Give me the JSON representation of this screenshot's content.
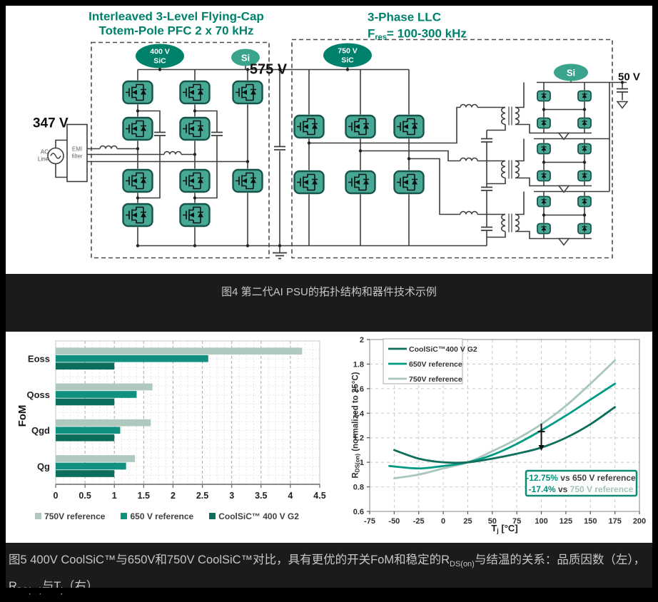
{
  "page": {
    "bg": "#1b1b1b",
    "panel_bg": "#ffffff",
    "caption_color": "#c6c6c6"
  },
  "figure4": {
    "caption": "图4 第二代AI PSU的拓扑结构和器件技术示例",
    "titles": {
      "pfc_line1": "Interleaved 3-Level Flying-Cap",
      "pfc_line2": "Totem-Pole PFC 2 x 70 kHz",
      "llc_line1": "3-Phase LLC",
      "llc_f": "F",
      "llc_f_sub": "res",
      "llc_f_rest": "= 100-300 kHz"
    },
    "labels": {
      "input_value": "347 V",
      "input_sub": "ac",
      "ac_line_1": "AC",
      "ac_line_2": "Line",
      "emi_1": "EMI",
      "emi_2": "filter",
      "dc_link": "575 V",
      "output": "50 V"
    },
    "badges": {
      "b400_1": "400 V",
      "b400_2": "SiC",
      "si_left": "Si",
      "b750_1": "750 V",
      "b750_2": "SiC",
      "si_right": "Si"
    },
    "colors": {
      "title_green": "#00816b",
      "badge_dark": "#00816b",
      "badge_light": "#3aa38e",
      "mosfet_fill": "#47a896",
      "mosfet_stroke": "#17544a",
      "wire": "#3d3d3d"
    }
  },
  "figure5": {
    "caption": {
      "l1_a": "图5 400V CoolSiC™与650V和750V CoolSiC™对比，具有更优的开关FoM和稳定的R",
      "l1_sub": "DS(on)",
      "l1_b": "与结温的关系：品质因数（左），",
      "l2_a": "R",
      "l2_sub": "DS(on)",
      "l2_b": "与T",
      "l2_sub2": "j",
      "l2_c": "（右）"
    }
  },
  "chart_data": [
    {
      "type": "bar",
      "orientation": "horizontal",
      "title": "",
      "ylabel": "FoM",
      "categories": [
        "Eoss",
        "Qoss",
        "Qgd",
        "Qg"
      ],
      "series": [
        {
          "name": "750V reference",
          "color": "#b0c9be",
          "values": [
            4.2,
            1.65,
            1.62,
            1.35
          ]
        },
        {
          "name": "650 V reference",
          "color": "#109180",
          "values": [
            2.6,
            1.38,
            1.1,
            1.2
          ]
        },
        {
          "name": "CoolSiC™ 400 V G2",
          "color": "#0b6e5d",
          "values": [
            1.0,
            1.0,
            1.0,
            1.0
          ]
        }
      ],
      "xlim": [
        0,
        4.5
      ],
      "xtick_step": 0.5,
      "grid": "dotted",
      "legend_position": "bottom"
    },
    {
      "type": "line",
      "xlabel_parts": {
        "base": "T",
        "sub": "j",
        "rest": " [°C]"
      },
      "ylabel_parts": {
        "base": "R",
        "sub": "DS(on)",
        "rest": " (normalized to 25°C)"
      },
      "xlim": [
        -75,
        200
      ],
      "ylim": [
        0.6,
        2
      ],
      "xtick_step": 25,
      "ytick_step": 0.2,
      "grid": "dashed",
      "legend_position": "top-left",
      "series": [
        {
          "name": "CoolSiC™400 V G2",
          "color": "#0e6f5c",
          "x": [
            -50,
            -25,
            0,
            25,
            50,
            75,
            100,
            125,
            150,
            175
          ],
          "y": [
            1.1,
            1.03,
            1.0,
            1.0,
            1.03,
            1.07,
            1.12,
            1.2,
            1.31,
            1.45
          ]
        },
        {
          "name": "650V reference",
          "color": "#009b85",
          "x": [
            -55,
            -25,
            0,
            25,
            50,
            75,
            100,
            125,
            150,
            175
          ],
          "y": [
            0.97,
            0.95,
            0.97,
            1.0,
            1.06,
            1.15,
            1.26,
            1.38,
            1.51,
            1.64
          ]
        },
        {
          "name": "750V reference",
          "color": "#a8c6bb",
          "x": [
            -50,
            -25,
            0,
            25,
            50,
            75,
            100,
            125,
            150,
            175
          ],
          "y": [
            0.87,
            0.9,
            0.95,
            1.0,
            1.09,
            1.19,
            1.31,
            1.46,
            1.64,
            1.83
          ]
        }
      ],
      "arrow": {
        "x": 100,
        "y_from": 1.315,
        "y_to": 1.14
      },
      "annotation": {
        "line1_pct": "-12.75%",
        "line1_rest": " vs 650 V reference",
        "line2_pct": "-17.4%",
        "line2_vs": " vs ",
        "line2_ref": "750 V reference",
        "pct_color": "#00917c",
        "text_color": "#3f3f3f",
        "ref_color": "#a2c3b8",
        "border": "#0d8a74"
      }
    }
  ]
}
